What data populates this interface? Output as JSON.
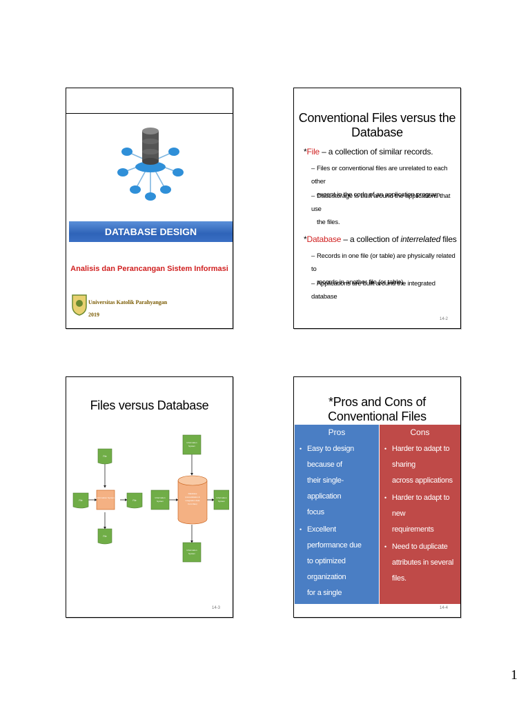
{
  "slide1": {
    "banner": "DATABASE DESIGN",
    "subtitle": "Analisis dan Perancangan Sistem Informasi",
    "university": "Universitas Katolik Parahyangan",
    "year": "2019"
  },
  "slide2": {
    "title": "Conventional Files versus the Database",
    "file_term": "File",
    "file_def": " – a collection of similar records.",
    "file_points": [
      [
        "Files or conventional files are unrelated to each other",
        "except in the code of an application program."
      ],
      [
        "Data storage is built around the applications that use",
        "the files."
      ]
    ],
    "db_term": "Database",
    "db_def_a": " – a collection of ",
    "db_def_italic": "interrelated",
    "db_def_b": " files",
    "db_points": [
      [
        "Records in one file (or table) are physically related to",
        "records in another file (or table)."
      ],
      [
        "Applications are built around the integrated database"
      ]
    ],
    "slide_number": "14-2"
  },
  "slide3": {
    "title": "Files versus Database",
    "diagram": {
      "file_label": "File",
      "info_system": "Information System",
      "info_system_lines": [
        "Information",
        "System"
      ],
      "database_lines": [
        "Database",
        "(consolidation &",
        "integration data",
        "from files)"
      ]
    },
    "slide_number": "14-3"
  },
  "slide4": {
    "title": "*Pros and Cons of Conventional Files",
    "pros_heading": "Pros",
    "pros_lines": [
      [
        "Easy to design because of",
        "their single-application",
        "focus"
      ],
      [
        "Excellent performance due",
        "to optimized organization",
        "for a single application"
      ]
    ],
    "cons_heading": "Cons",
    "cons_lines": [
      [
        "Harder to adapt to sharing",
        "across applications"
      ],
      [
        "Harder to adapt to new",
        "requirements"
      ],
      [
        "Need to duplicate",
        "attributes in several files."
      ]
    ],
    "slide_number": "14-4"
  },
  "page_number": "1",
  "colors": {
    "banner": "#2e63b8",
    "red": "#d02020",
    "pros": "#4a7ec4",
    "cons": "#bf4a48",
    "diagram_green": "#70ad47",
    "diagram_orange": "#f4b183"
  }
}
